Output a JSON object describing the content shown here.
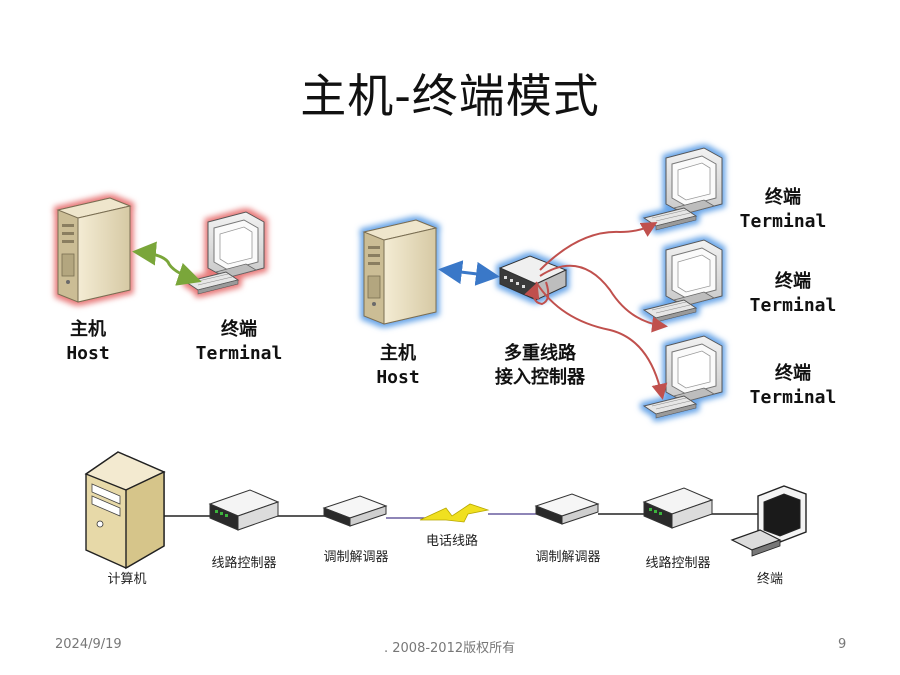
{
  "title": "主机-终端模式",
  "left_diagram": {
    "host_label_cn": "主机",
    "host_label_en": "Host",
    "terminal_label_cn": "终端",
    "terminal_label_en": "Terminal"
  },
  "right_diagram": {
    "host_label_cn": "主机",
    "host_label_en": "Host",
    "controller_label_line1": "多重线路",
    "controller_label_line2": "接入控制器",
    "terminals": [
      {
        "label_cn": "终端",
        "label_en": "Terminal"
      },
      {
        "label_cn": "终端",
        "label_en": "Terminal"
      },
      {
        "label_cn": "终端",
        "label_en": "Terminal"
      }
    ]
  },
  "bottom_diagram": {
    "computer_label": "计算机",
    "line_controller_left": "线路控制器",
    "modem_left": "调制解调器",
    "phone_line": "电话线路",
    "modem_right": "调制解调器",
    "line_controller_right": "线路控制器",
    "terminal_label": "终端"
  },
  "footer": {
    "date": "2024/9/19",
    "copyright": ". 2008-2012版权所有",
    "page_number": "9"
  },
  "colors": {
    "red_glow": "#e87a7a",
    "blue_glow": "#6aa6e8",
    "green_arrow": "#7aa63a",
    "blue_arrow": "#3a78c8",
    "red_arrow": "#c0504d",
    "lightning": "#f0e020"
  }
}
